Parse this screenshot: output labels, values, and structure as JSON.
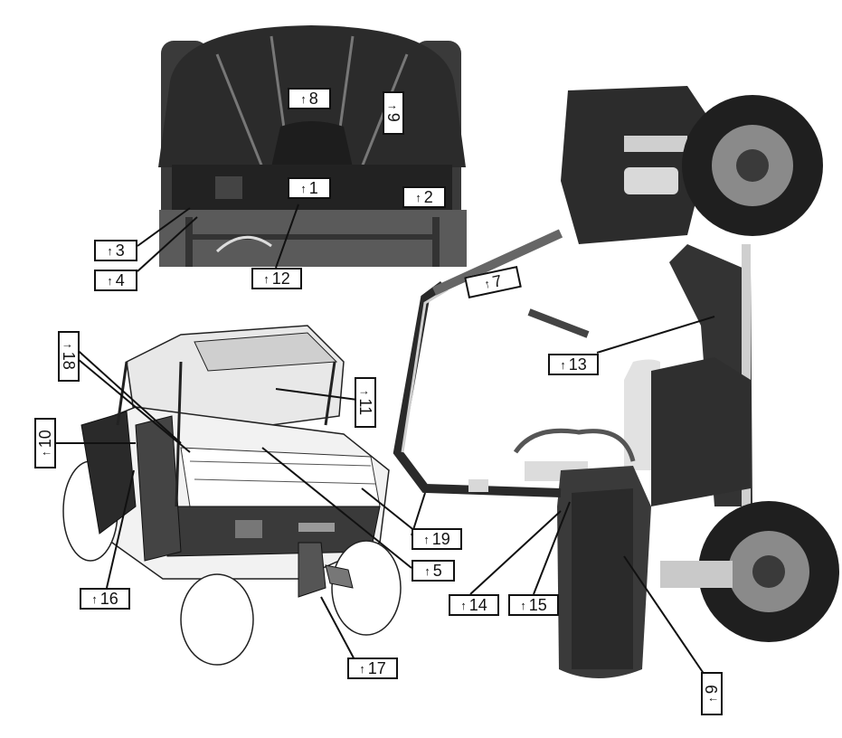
{
  "callouts": [
    {
      "id": "c1",
      "number": "1"
    },
    {
      "id": "c2",
      "number": "2"
    },
    {
      "id": "c3",
      "number": "3"
    },
    {
      "id": "c4",
      "number": "4"
    },
    {
      "id": "c5",
      "number": "5"
    },
    {
      "id": "c7",
      "number": "7"
    },
    {
      "id": "c8",
      "number": "8"
    },
    {
      "id": "c9a",
      "number": "9"
    },
    {
      "id": "c9b",
      "number": "9"
    },
    {
      "id": "c10",
      "number": "10"
    },
    {
      "id": "c11",
      "number": "11"
    },
    {
      "id": "c12",
      "number": "12"
    },
    {
      "id": "c13",
      "number": "13"
    },
    {
      "id": "c14",
      "number": "14"
    },
    {
      "id": "c15",
      "number": "15"
    },
    {
      "id": "c16",
      "number": "16"
    },
    {
      "id": "c17",
      "number": "17"
    },
    {
      "id": "c18",
      "number": "18"
    },
    {
      "id": "c19",
      "number": "19"
    }
  ],
  "arrow_glyph": "↑",
  "colors": {
    "line": "#111111",
    "body_dark": "#2b2b2b",
    "body_mid": "#555555",
    "body_light": "#d8d8d8"
  }
}
